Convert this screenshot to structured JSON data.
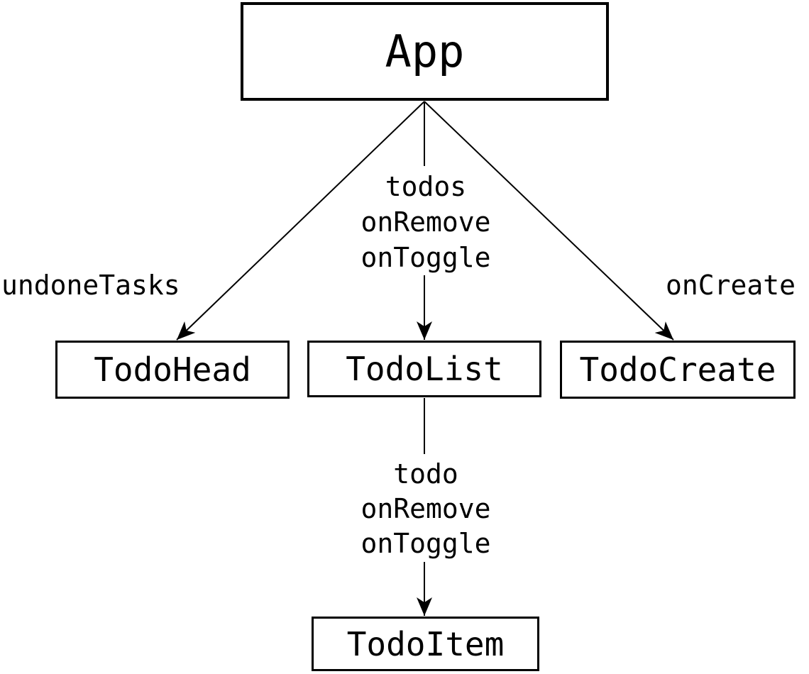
{
  "diagram": {
    "type": "component-hierarchy",
    "colors": {
      "background": "#ffffff",
      "line": "#000000",
      "text": "#000000"
    },
    "nodes": [
      {
        "id": "app",
        "label": "App"
      },
      {
        "id": "todo-head",
        "label": "TodoHead"
      },
      {
        "id": "todo-list",
        "label": "TodoList"
      },
      {
        "id": "todo-create",
        "label": "TodoCreate"
      },
      {
        "id": "todo-item",
        "label": "TodoItem"
      }
    ],
    "edges": [
      {
        "from": "App",
        "to": "TodoHead",
        "labels": [
          "undoneTasks"
        ]
      },
      {
        "from": "App",
        "to": "TodoList",
        "labels": [
          "todos",
          "onRemove",
          "onToggle"
        ]
      },
      {
        "from": "App",
        "to": "TodoCreate",
        "labels": [
          "onCreate"
        ]
      },
      {
        "from": "TodoList",
        "to": "TodoItem",
        "labels": [
          "todo",
          "onRemove",
          "onToggle"
        ]
      }
    ]
  }
}
